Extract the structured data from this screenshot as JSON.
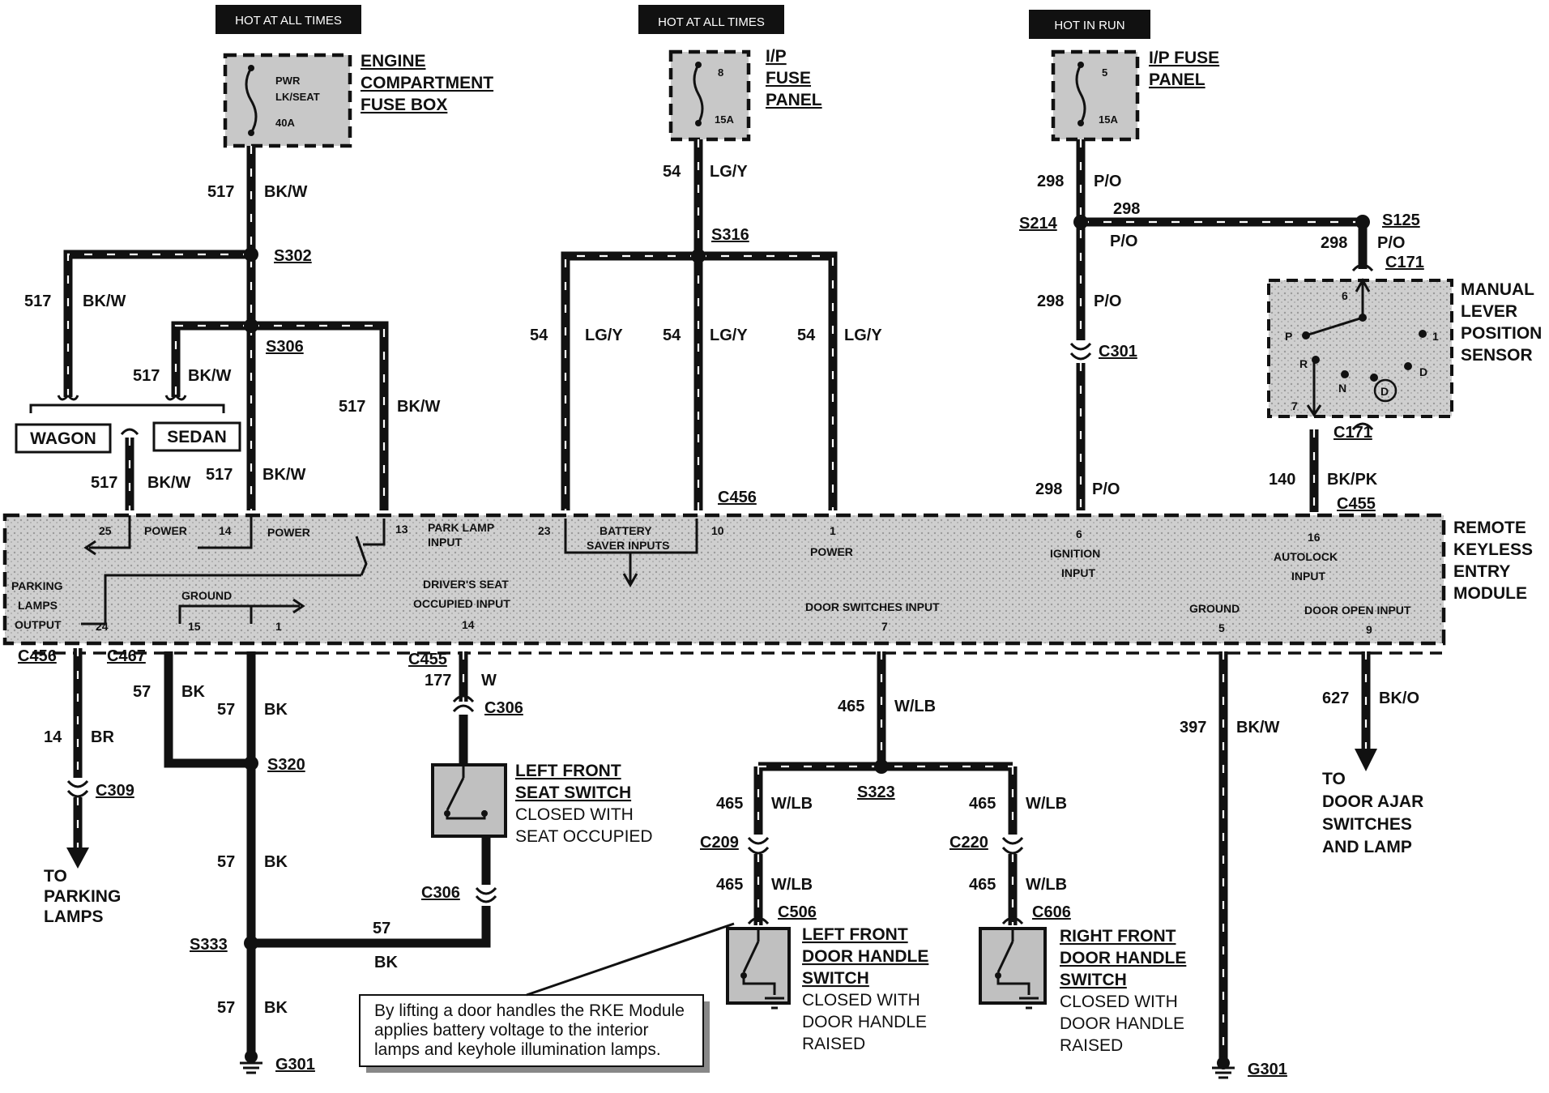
{
  "hot_labels": {
    "hot1": "HOT AT ALL TIMES",
    "hot2": "HOT AT ALL TIMES",
    "hot3": "HOT IN RUN"
  },
  "fuses": {
    "f1": {
      "l1": "PWR",
      "l2": "LK/SEAT",
      "l3": "40A",
      "title": [
        "ENGINE",
        "COMPARTMENT",
        "FUSE BOX"
      ]
    },
    "f2": {
      "num": "8",
      "amp": "15A",
      "title": [
        "I/P",
        "FUSE",
        "PANEL"
      ]
    },
    "f3": {
      "num": "5",
      "amp": "15A",
      "title": [
        "I/P FUSE",
        "PANEL"
      ]
    }
  },
  "circuits": {
    "c517": "517",
    "bkw": "BK/W",
    "c54": "54",
    "lgy": "LG/Y",
    "c298": "298",
    "po": "P/O",
    "c140": "140",
    "bkpk": "BK/PK",
    "c14": "14",
    "br": "BR",
    "c57": "57",
    "bk": "BK",
    "c177": "177",
    "w": "W",
    "c465": "465",
    "wlb": "W/LB",
    "c397": "397",
    "c627": "627",
    "bko": "BK/O"
  },
  "nodes": {
    "s302": "S302",
    "s306": "S306",
    "s316": "S316",
    "s214": "S214",
    "s125": "S125",
    "c171": "C171",
    "c301": "C301",
    "c456": "C456",
    "c455": "C455",
    "c467": "C467",
    "c309": "C309",
    "s320": "S320",
    "c306": "C306",
    "s333": "S333",
    "g301": "G301",
    "s323": "S323",
    "c209": "C209",
    "c220": "C220",
    "c506": "C506",
    "c606": "C606"
  },
  "boxes": {
    "wagon": "WAGON",
    "sedan": "SEDAN"
  },
  "sensor": {
    "title": [
      "MANUAL",
      "LEVER",
      "POSITION",
      "SENSOR"
    ],
    "p": "P",
    "r": "R",
    "n": "N",
    "d": "D",
    "one": "1",
    "six": "6",
    "seven": "7"
  },
  "module": {
    "title": [
      "REMOTE",
      "KEYLESS",
      "ENTRY",
      "MODULE"
    ],
    "p25": "25",
    "power1": "POWER",
    "p14": "14",
    "power2": "POWER",
    "p13": "13",
    "park1": "PARK LAMP",
    "park2": "INPUT",
    "p23": "23",
    "bat1": "BATTERY",
    "bat2": "SAVER INPUTS",
    "p10": "10",
    "p1top": "1",
    "power3": "POWER",
    "p6": "6",
    "ign1": "IGNITION",
    "ign2": "INPUT",
    "p16": "16",
    "auto1": "AUTOLOCK",
    "auto2": "INPUT",
    "pk1": "PARKING",
    "pk2": "LAMPS",
    "pk3": "OUTPUT",
    "p24": "24",
    "ground1": "GROUND",
    "p15": "15",
    "p1b": "1",
    "drv1": "DRIVER'S SEAT",
    "drv2": "OCCUPIED INPUT",
    "p14b": "14",
    "ds": "DOOR SWITCHES INPUT",
    "p7": "7",
    "ground2": "GROUND",
    "p5": "5",
    "doi": "DOOR OPEN INPUT",
    "p9": "9"
  },
  "components": {
    "lfss": [
      "LEFT FRONT",
      "SEAT SWITCH",
      "CLOSED WITH",
      "SEAT OCCUPIED"
    ],
    "lfdh": [
      "LEFT FRONT",
      "DOOR HANDLE",
      "SWITCH",
      "CLOSED WITH",
      "DOOR HANDLE",
      "RAISED"
    ],
    "rfdh": [
      "RIGHT FRONT",
      "DOOR HANDLE",
      "SWITCH",
      "CLOSED WITH",
      "DOOR HANDLE",
      "RAISED"
    ]
  },
  "destinations": {
    "park": [
      "TO",
      "PARKING",
      "LAMPS"
    ],
    "ajar": [
      "TO",
      "DOOR AJAR",
      "SWITCHES",
      "AND LAMP"
    ]
  },
  "note": [
    "By lifting a door handles the RKE Module",
    "applies battery voltage to the interior",
    "lamps and keyhole illumination lamps."
  ]
}
